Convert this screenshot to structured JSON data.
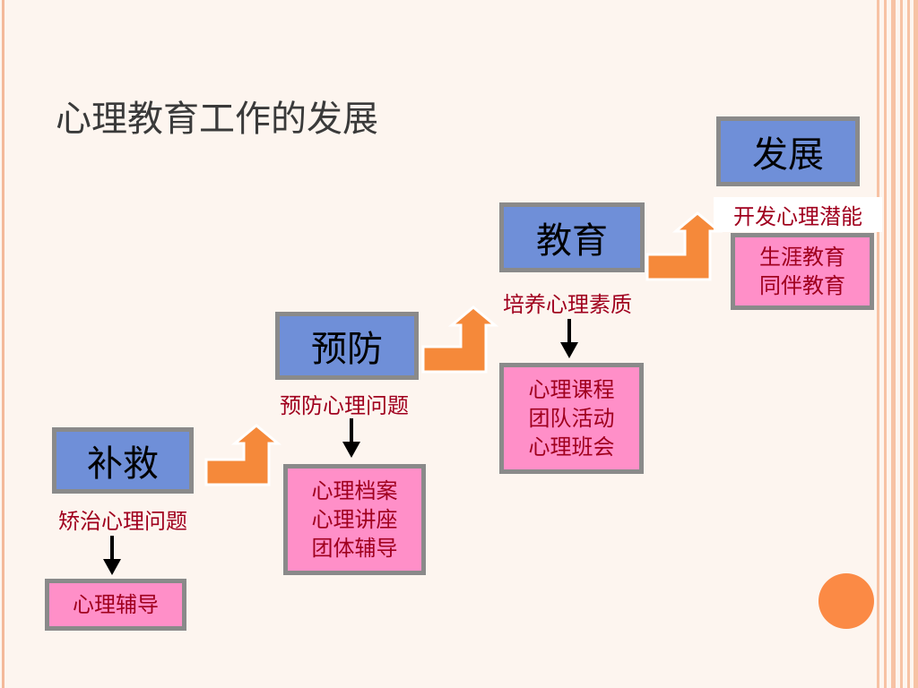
{
  "title": "心理教育工作的发展",
  "stages": [
    {
      "label": "补救",
      "subtitle": "矫治心理问题",
      "items": [
        "心理辅导"
      ]
    },
    {
      "label": "预防",
      "subtitle": "预防心理问题",
      "items": [
        "心理档案",
        "心理讲座",
        "团体辅导"
      ]
    },
    {
      "label": "教育",
      "subtitle": "培养心理素质",
      "items": [
        "心理课程",
        "团队活动",
        "心理班会"
      ]
    },
    {
      "label": "发展",
      "subtitle": "开发心理潜能",
      "items": [
        "生涯教育",
        "同伴教育"
      ]
    }
  ],
  "colors": {
    "stage_fill": "#6f8fd8",
    "item_fill": "#ff8fc8",
    "subtitle_text": "#a0001e",
    "step_arrow": "#f5893a",
    "border": "#8a8a8a",
    "accent_circle": "#fb8a45"
  }
}
